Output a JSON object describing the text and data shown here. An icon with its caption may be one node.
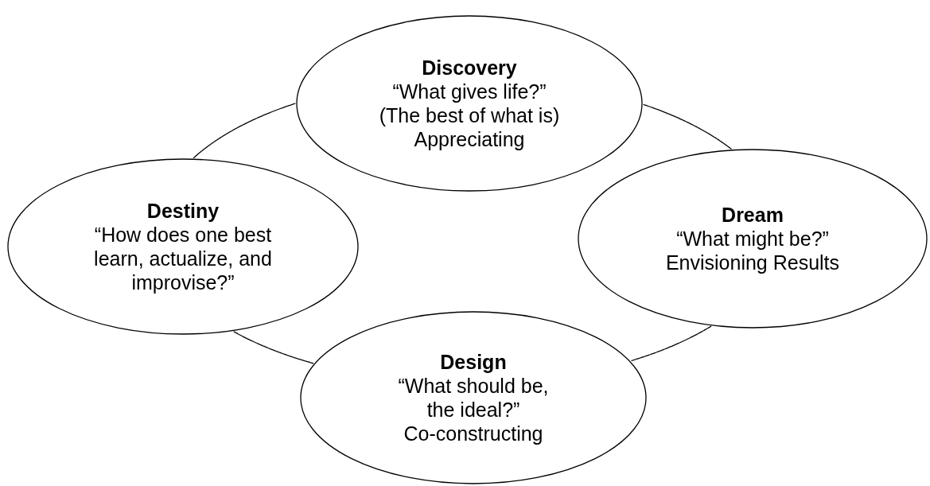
{
  "diagram": {
    "nodes": [
      {
        "text": [
          "Discovery",
          "“What gives life?”",
          "(The best of what is)",
          "Appreciating"
        ]
      },
      {
        "text": [
          "Dream",
          "“What might be?”",
          "Envisioning Results"
        ]
      },
      {
        "text": [
          "Design",
          "“What should be, the ideal?”",
          "Co-constructing"
        ]
      },
      {
        "text": [
          "Destiny",
          "“How does one best learn, actualize, and improvise?”"
        ]
      }
    ],
    "edges": [
      {
        "from": 0,
        "to": 1,
        "arrow": "none"
      },
      {
        "from": 1,
        "to": 2,
        "arrow": "none"
      },
      {
        "from": 2,
        "to": 3,
        "arrow": "none"
      },
      {
        "from": 3,
        "to": 0,
        "arrow": "none"
      }
    ]
  }
}
